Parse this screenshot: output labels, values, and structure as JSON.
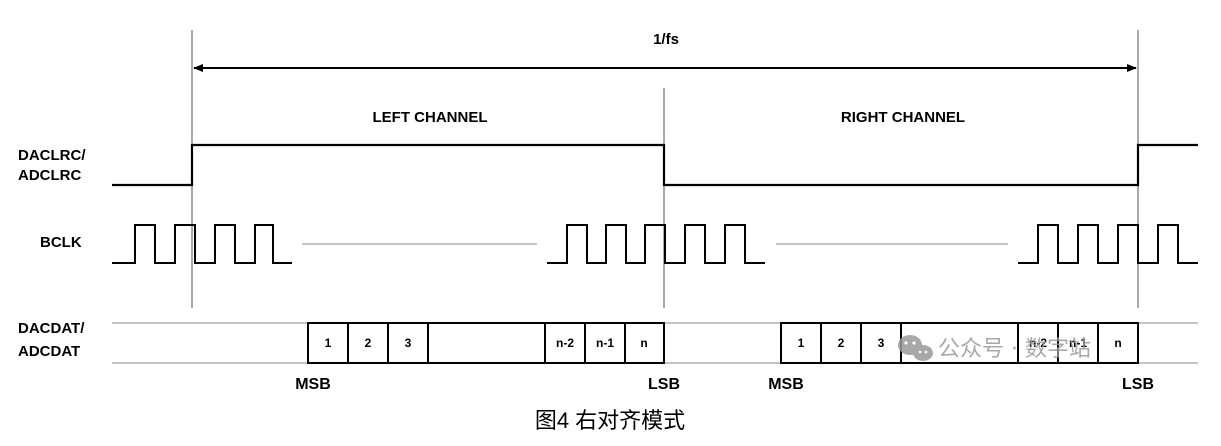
{
  "period_label": "1/fs",
  "left_channel_label": "LEFT CHANNEL",
  "right_channel_label": "RIGHT CHANNEL",
  "signals": {
    "lrc_line1": "DACLRC/",
    "lrc_line2": "ADCLRC",
    "bclk": "BCLK",
    "dat_line1": "DACDAT/",
    "dat_line2": "ADCDAT"
  },
  "bits": {
    "b1": "1",
    "b2": "2",
    "b3": "3",
    "bn2": "n-2",
    "bn1": "n-1",
    "bn": "n"
  },
  "edges": {
    "msb": "MSB",
    "lsb": "LSB"
  },
  "caption": "图4 右对齐模式",
  "watermark": "公众号 · 数字站"
}
